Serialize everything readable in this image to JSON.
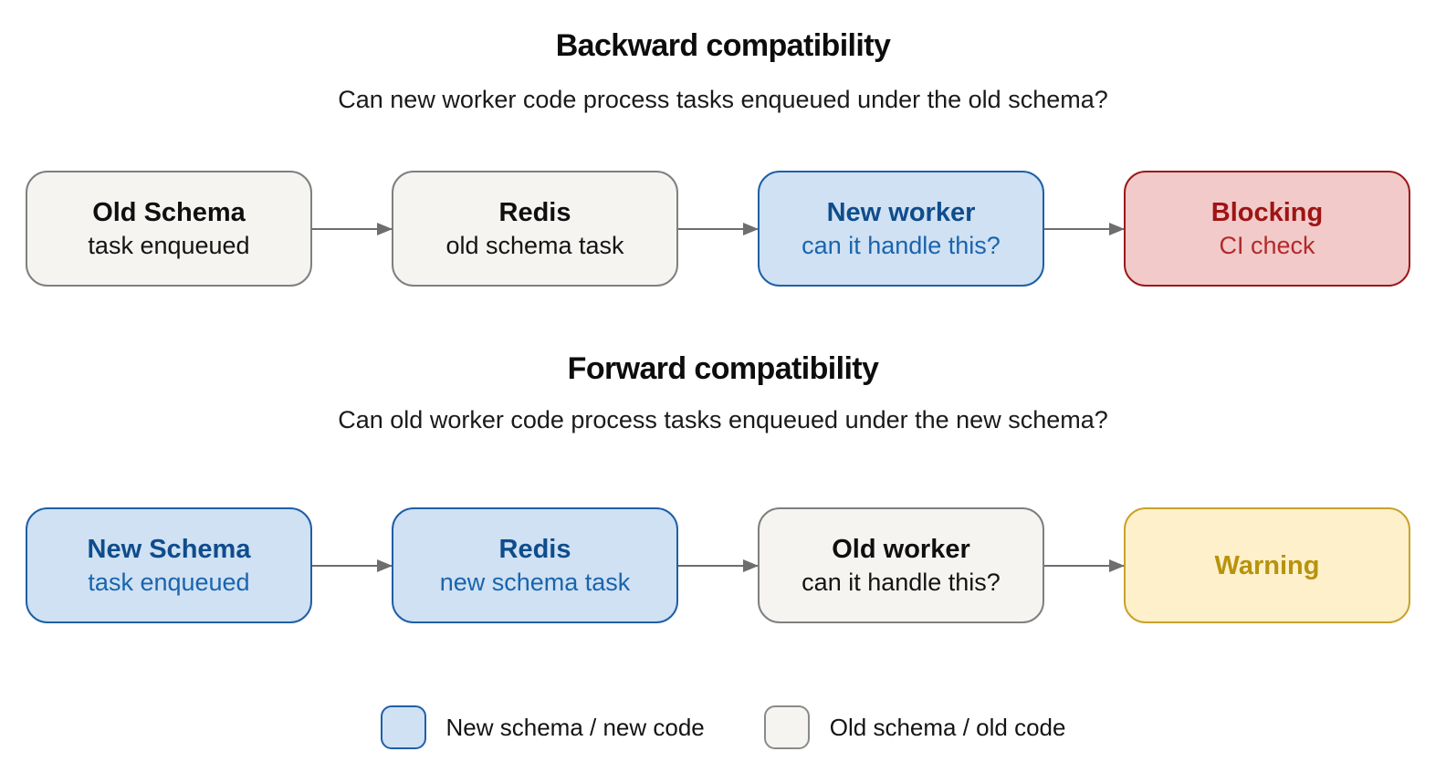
{
  "sections": [
    {
      "title": "Backward compatibility",
      "subtitle": "Can new worker code process tasks enqueued under the old schema?",
      "nodes": [
        {
          "title": "Old Schema",
          "subtitle": "task enqueued",
          "variant": "old"
        },
        {
          "title": "Redis",
          "subtitle": "old schema task",
          "variant": "old"
        },
        {
          "title": "New worker",
          "subtitle": "can it handle this?",
          "variant": "new"
        },
        {
          "title": "Blocking",
          "subtitle": "CI check",
          "variant": "blocking"
        }
      ]
    },
    {
      "title": "Forward compatibility",
      "subtitle": "Can old worker code process tasks enqueued under the new schema?",
      "nodes": [
        {
          "title": "New Schema",
          "subtitle": "task enqueued",
          "variant": "new"
        },
        {
          "title": "Redis",
          "subtitle": "new schema task",
          "variant": "new"
        },
        {
          "title": "Old worker",
          "subtitle": "can it handle this?",
          "variant": "old"
        },
        {
          "title": "Warning",
          "subtitle": "",
          "variant": "warning"
        }
      ]
    }
  ],
  "legend": [
    {
      "label": "New schema / new code",
      "variant": "new"
    },
    {
      "label": "Old schema / old code",
      "variant": "old"
    }
  ],
  "colors": {
    "background": "#ffffff",
    "arrow": "#6e6e6e",
    "old_fill": "#f5f4f1",
    "old_border": "#7f7f7f",
    "old_text": "#141414",
    "new_fill": "#cfe1f3",
    "new_border": "#1f5fa6",
    "new_title": "#0f4c8c",
    "new_subtext": "#1a64ad",
    "blocking_fill": "#f2caca",
    "blocking_border": "#9b1a1a",
    "blocking_title": "#9e1414",
    "blocking_subtext": "#b32a2a",
    "warning_fill": "#fdf0cb",
    "warning_border": "#c9a22a",
    "warning_text": "#b8930b"
  }
}
